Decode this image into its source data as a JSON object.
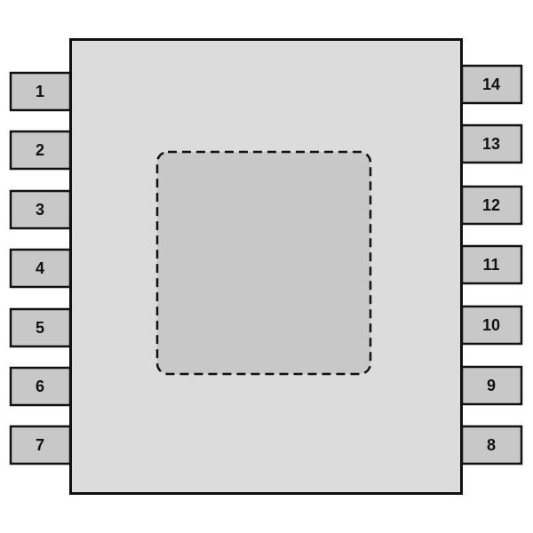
{
  "package": {
    "left_pins": [
      "1",
      "2",
      "3",
      "4",
      "5",
      "6",
      "7"
    ],
    "right_pins": [
      "14",
      "13",
      "12",
      "11",
      "10",
      "9",
      "8"
    ],
    "colors": {
      "body": "#dcdcdc",
      "pin": "#c8c8c8",
      "pad": "#c8c8c8",
      "outline": "#111111"
    }
  }
}
